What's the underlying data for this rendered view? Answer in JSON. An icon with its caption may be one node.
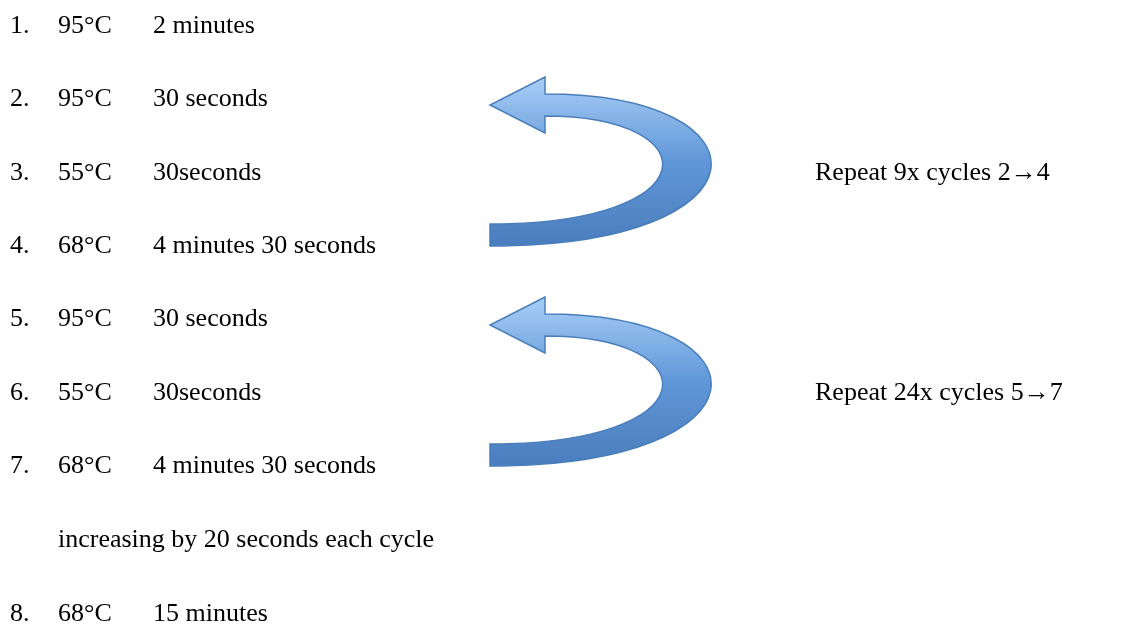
{
  "diagram": {
    "nodes": [
      {
        "text": [
          "1.",
          "95°C",
          "2 minutes"
        ]
      },
      {
        "text": [
          "2.",
          "95°C",
          "30 seconds"
        ]
      },
      {
        "text": [
          "3.",
          "55°C",
          "30seconds"
        ]
      },
      {
        "text": [
          "4.",
          "68°C",
          "4 minutes 30 seconds"
        ]
      },
      {
        "text": [
          "5.",
          "95°C",
          "30 seconds"
        ]
      },
      {
        "text": [
          "6.",
          "55°C",
          "30seconds"
        ]
      },
      {
        "text": [
          "7.",
          "68°C",
          "4 minutes 30 seconds",
          "increasing by 20 seconds each cycle"
        ]
      },
      {
        "text": [
          "8.",
          "68°C",
          "15 minutes"
        ]
      }
    ],
    "labels": [
      "Repeat 9x cycles 2**→**4",
      "Repeat 24x cycles 5**→**7"
    ]
  }
}
